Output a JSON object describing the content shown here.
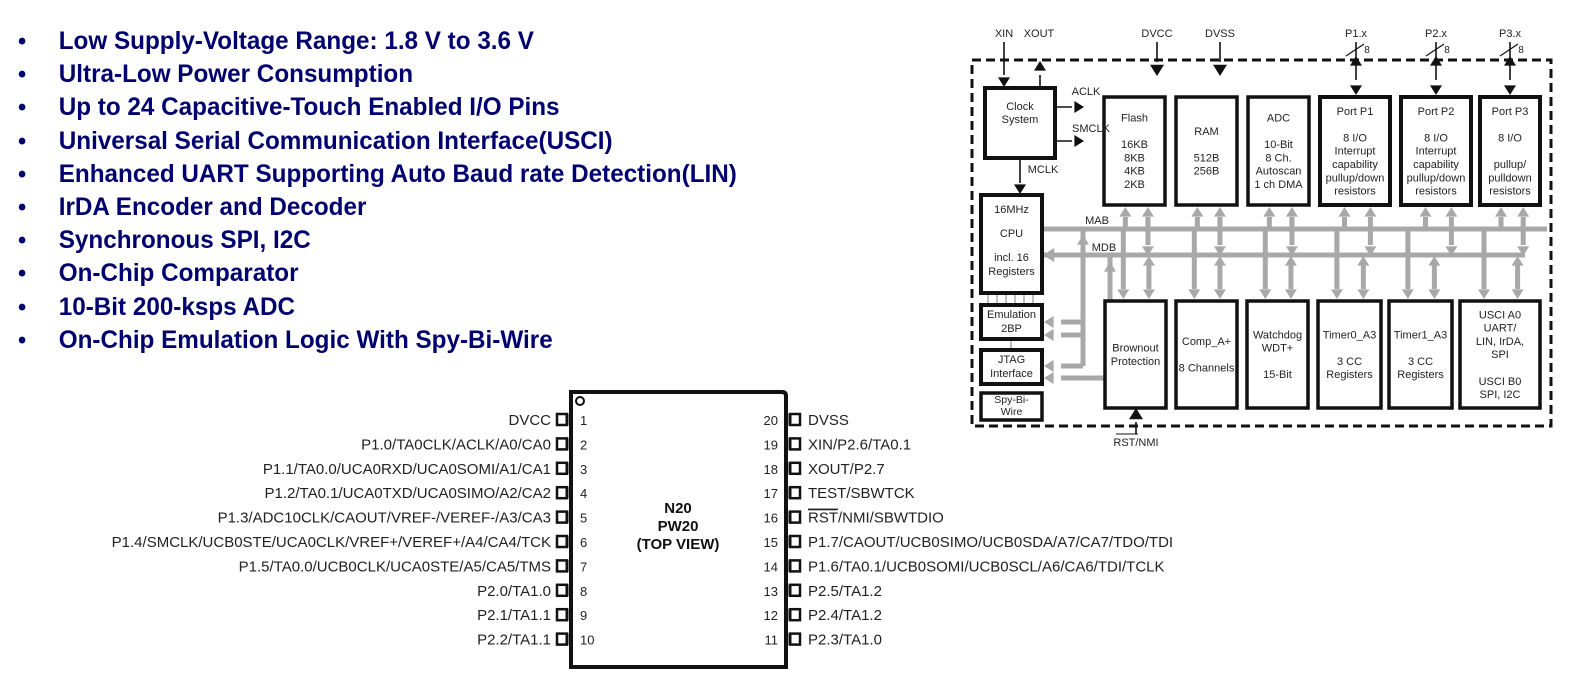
{
  "features": [
    "Low Supply-Voltage Range: 1.8 V to 3.6 V",
    "Ultra-Low Power Consumption",
    "Up to 24 Capacitive-Touch Enabled I/O Pins",
    "Universal Serial Communication Interface(USCI)",
    "Enhanced UART Supporting Auto Baud rate Detection(LIN)",
    "IrDA Encoder and Decoder",
    "Synchronous SPI, I2C",
    "On-Chip Comparator",
    "10-Bit 200-ksps ADC",
    "On-Chip Emulation Logic With Spy-Bi-Wire"
  ],
  "bullet_char": "•",
  "colors": {
    "feature_text": "#00006e",
    "bus_gray": "#a8a8a8",
    "line_black": "#111111"
  },
  "pinout": {
    "package_lines": [
      "N20",
      "PW20",
      "(TOP VIEW)"
    ],
    "left_pins": [
      {
        "num": "1",
        "name": "DVCC"
      },
      {
        "num": "2",
        "name": "P1.0/TA0CLK/ACLK/A0/CA0"
      },
      {
        "num": "3",
        "name": "P1.1/TA0.0/UCA0RXD/UCA0SOMI/A1/CA1"
      },
      {
        "num": "4",
        "name": "P1.2/TA0.1/UCA0TXD/UCA0SIMO/A2/CA2"
      },
      {
        "num": "5",
        "name": "P1.3/ADC10CLK/CAOUT/VREF-/VEREF-/A3/CA3"
      },
      {
        "num": "6",
        "name": "P1.4/SMCLK/UCB0STE/UCA0CLK/VREF+/VEREF+/A4/CA4/TCK"
      },
      {
        "num": "7",
        "name": "P1.5/TA0.0/UCB0CLK/UCA0STE/A5/CA5/TMS"
      },
      {
        "num": "8",
        "name": "P2.0/TA1.0"
      },
      {
        "num": "9",
        "name": "P2.1/TA1.1"
      },
      {
        "num": "10",
        "name": "P2.2/TA1.1"
      }
    ],
    "right_pins": [
      {
        "num": "20",
        "name": "DVSS",
        "overbar": ""
      },
      {
        "num": "19",
        "name": "XIN/P2.6/TA0.1",
        "overbar": ""
      },
      {
        "num": "18",
        "name": "XOUT/P2.7",
        "overbar": ""
      },
      {
        "num": "17",
        "name": "TEST/SBWTCK",
        "overbar": ""
      },
      {
        "num": "16",
        "name": "/NMI/SBWTDIO",
        "overbar": "RST"
      },
      {
        "num": "15",
        "name": "P1.7/CAOUT/UCB0SIMO/UCB0SDA/A7/CA7/TDO/TDI",
        "overbar": ""
      },
      {
        "num": "14",
        "name": "P1.6/TA0.1/UCB0SOMI/UCB0SCL/A6/CA6/TDI/TCLK",
        "overbar": ""
      },
      {
        "num": "13",
        "name": "P2.5/TA1.2",
        "overbar": ""
      },
      {
        "num": "12",
        "name": "P2.4/TA1.2",
        "overbar": ""
      },
      {
        "num": "11",
        "name": "P2.3/TA1.0",
        "overbar": ""
      }
    ]
  },
  "block_diagram": {
    "external_signals": {
      "xin": "XIN",
      "xout": "XOUT",
      "dvcc": "DVCC",
      "dvss": "DVSS",
      "p1": "P1.x",
      "p2": "P2.x",
      "p3": "P3.x",
      "bus_width": "8",
      "rst_overbar": "RST",
      "rst_rest": "/NMI"
    },
    "clock_signals": {
      "aclk": "ACLK",
      "smclk": "SMCLK",
      "mclk": "MCLK"
    },
    "buses": {
      "mab": "MAB",
      "mdb": "MDB"
    },
    "blocks": {
      "clock": [
        "Clock",
        "System"
      ],
      "cpu": [
        "16MHz",
        "CPU",
        "",
        "incl. 16",
        "Registers"
      ],
      "emulation": [
        "Emulation",
        "2BP"
      ],
      "jtag": [
        "JTAG",
        "Interface"
      ],
      "spybiwire": [
        "Spy-Bi-",
        "Wire"
      ],
      "flash": [
        "Flash",
        "",
        "16KB",
        "8KB",
        "4KB",
        "2KB"
      ],
      "ram": [
        "RAM",
        "",
        "512B",
        "256B"
      ],
      "adc": [
        "ADC",
        "",
        "10-Bit",
        "8 Ch.",
        "Autoscan",
        "1 ch DMA"
      ],
      "port1": [
        "Port P1",
        "",
        "8 I/O",
        "Interrupt",
        "capability",
        "pullup/down",
        "resistors"
      ],
      "port2": [
        "Port P2",
        "",
        "8 I/O",
        "Interrupt",
        "capability",
        "pullup/down",
        "resistors"
      ],
      "port3": [
        "Port P3",
        "",
        "8 I/O",
        "",
        "pullup/",
        "pulldown",
        "resistors"
      ],
      "brownout": [
        "Brownout",
        "Protection"
      ],
      "comp": [
        "Comp_A+",
        "",
        "8 Channels"
      ],
      "watchdog": [
        "Watchdog",
        "WDT+",
        "",
        "15-Bit"
      ],
      "timer0": [
        "Timer0_A3",
        "",
        "3 CC",
        "Registers"
      ],
      "timer1": [
        "Timer1_A3",
        "",
        "3 CC",
        "Registers"
      ],
      "usci": [
        "USCI A0",
        "UART/",
        "LIN, IrDA,",
        "SPI",
        "",
        "USCI B0",
        "SPI, I2C"
      ]
    }
  }
}
